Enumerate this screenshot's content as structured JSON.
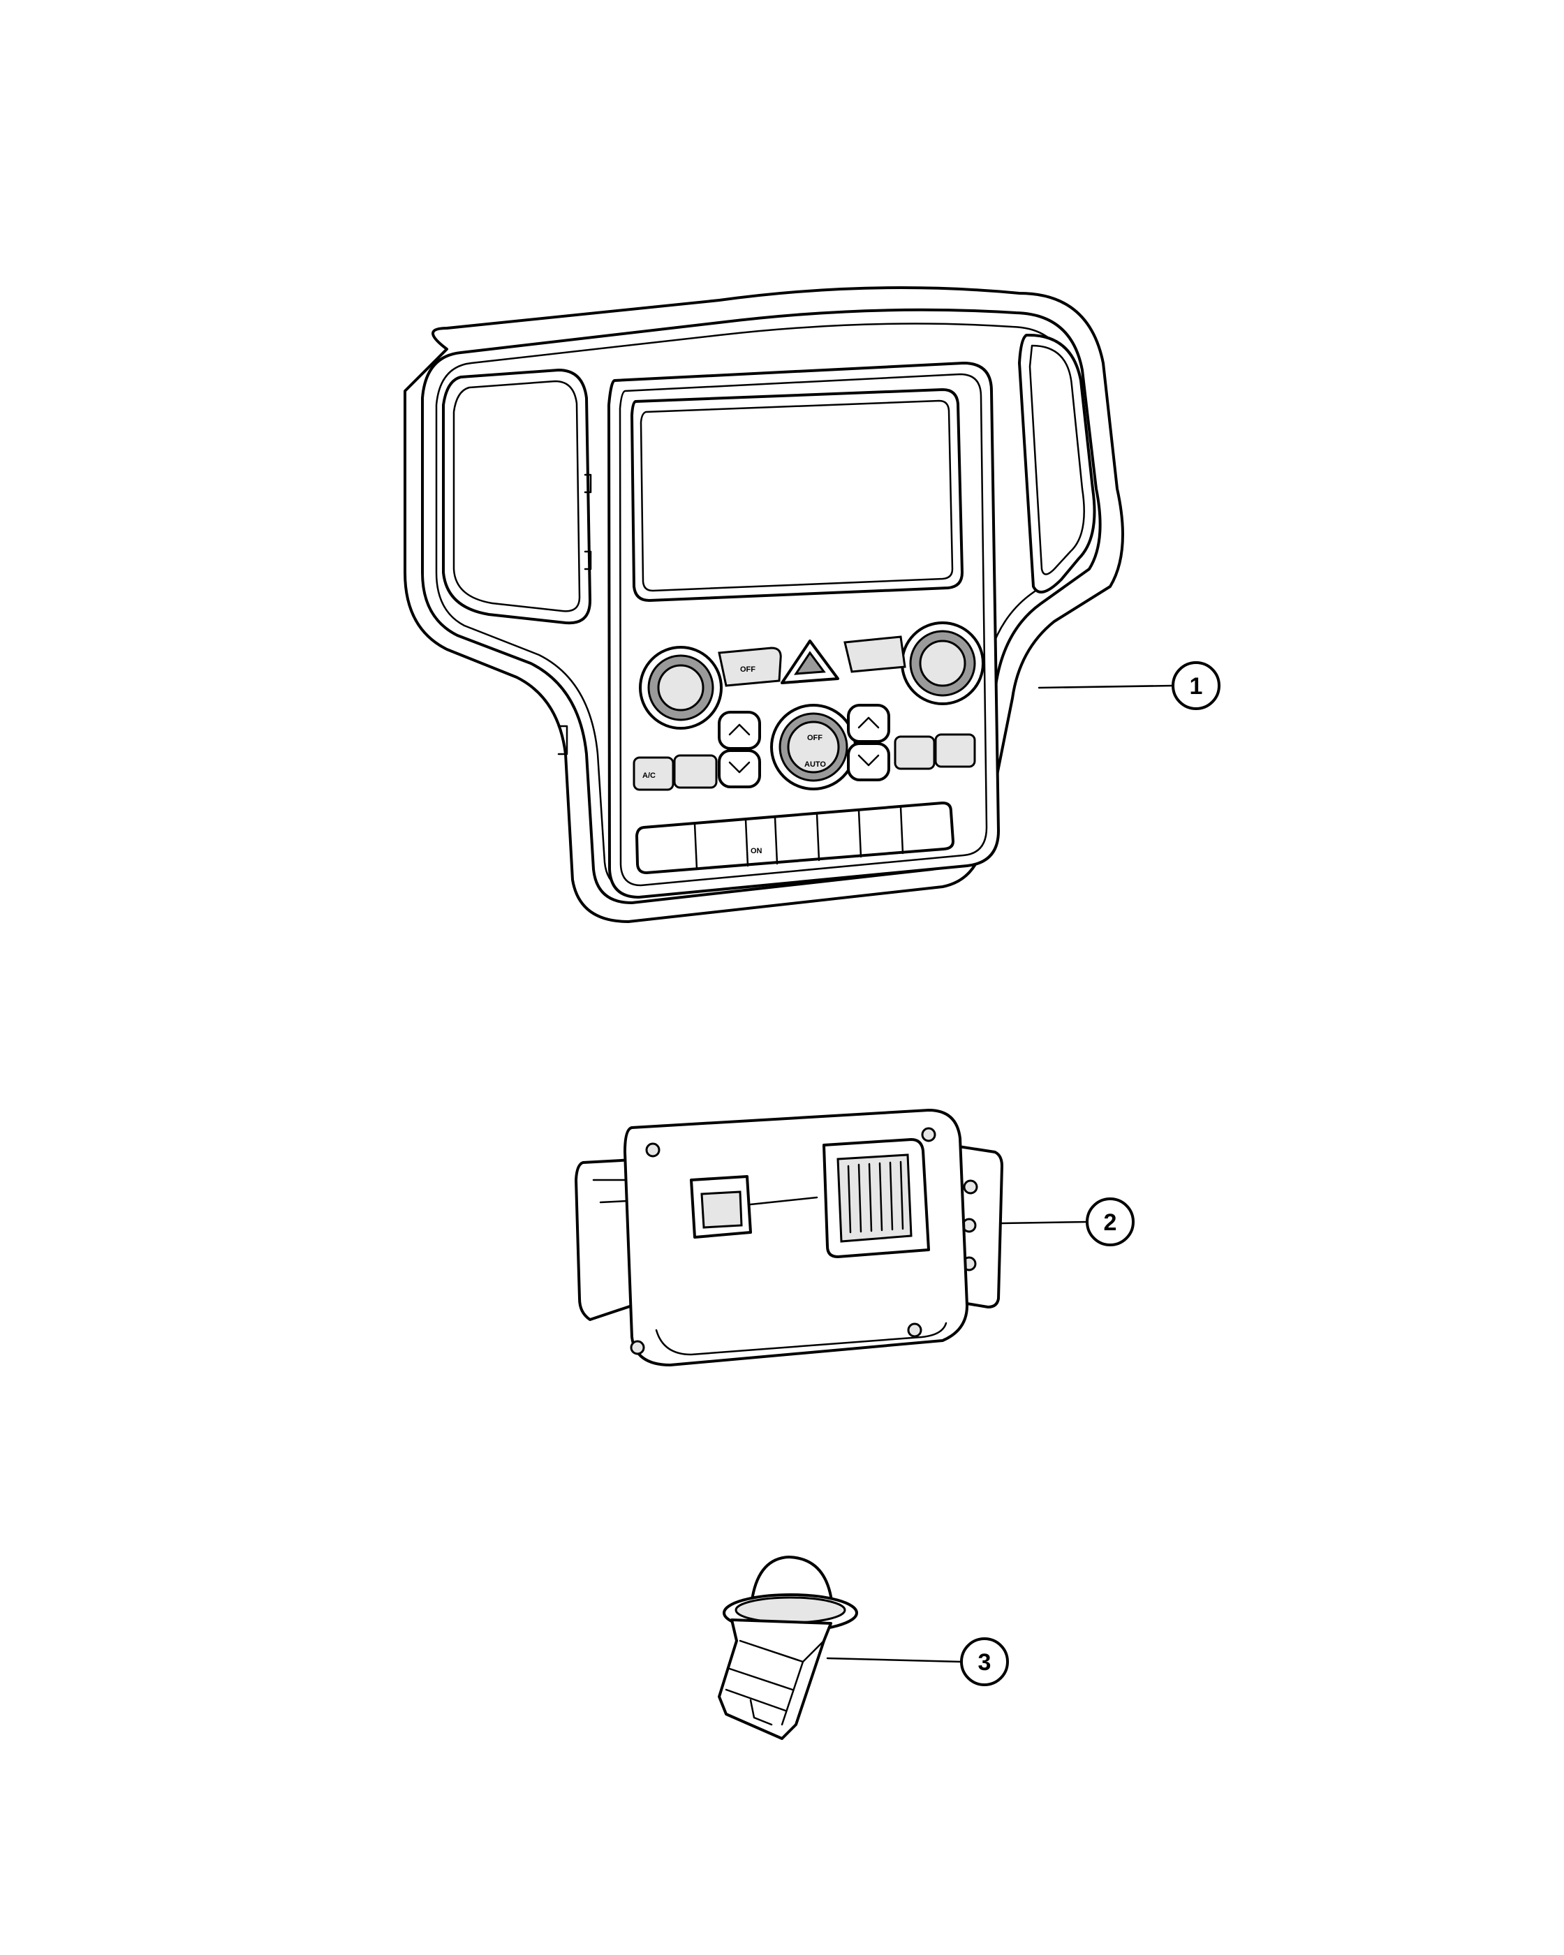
{
  "callouts": [
    {
      "label": "1",
      "part": "control-panel-bezel"
    },
    {
      "label": "2",
      "part": "control-module"
    },
    {
      "label": "3",
      "part": "sensor"
    }
  ],
  "panel_labels": {
    "power_off": "OFF",
    "auto": "AUTO",
    "off": "OFF",
    "ac": "A/C",
    "on": "ON"
  }
}
